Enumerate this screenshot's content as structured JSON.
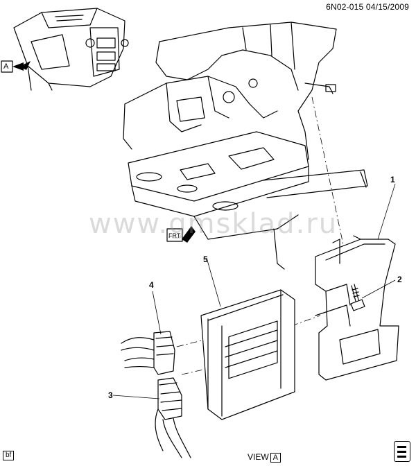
{
  "header": {
    "ref": "6N02-015 04/15/2009"
  },
  "view": {
    "prefix": "VIEW",
    "letter": "A"
  },
  "inset": {
    "arrow_letter": "A"
  },
  "front_marker": "FRT",
  "watermark": "www.gmsklad.ru",
  "footer_tag": "bf",
  "callouts": [
    {
      "id": "1",
      "label": "1"
    },
    {
      "id": "2",
      "label": "2"
    },
    {
      "id": "3",
      "label": "3"
    },
    {
      "id": "4",
      "label": "4"
    },
    {
      "id": "5",
      "label": "5"
    }
  ],
  "icons": {
    "corner": "document-icon"
  }
}
